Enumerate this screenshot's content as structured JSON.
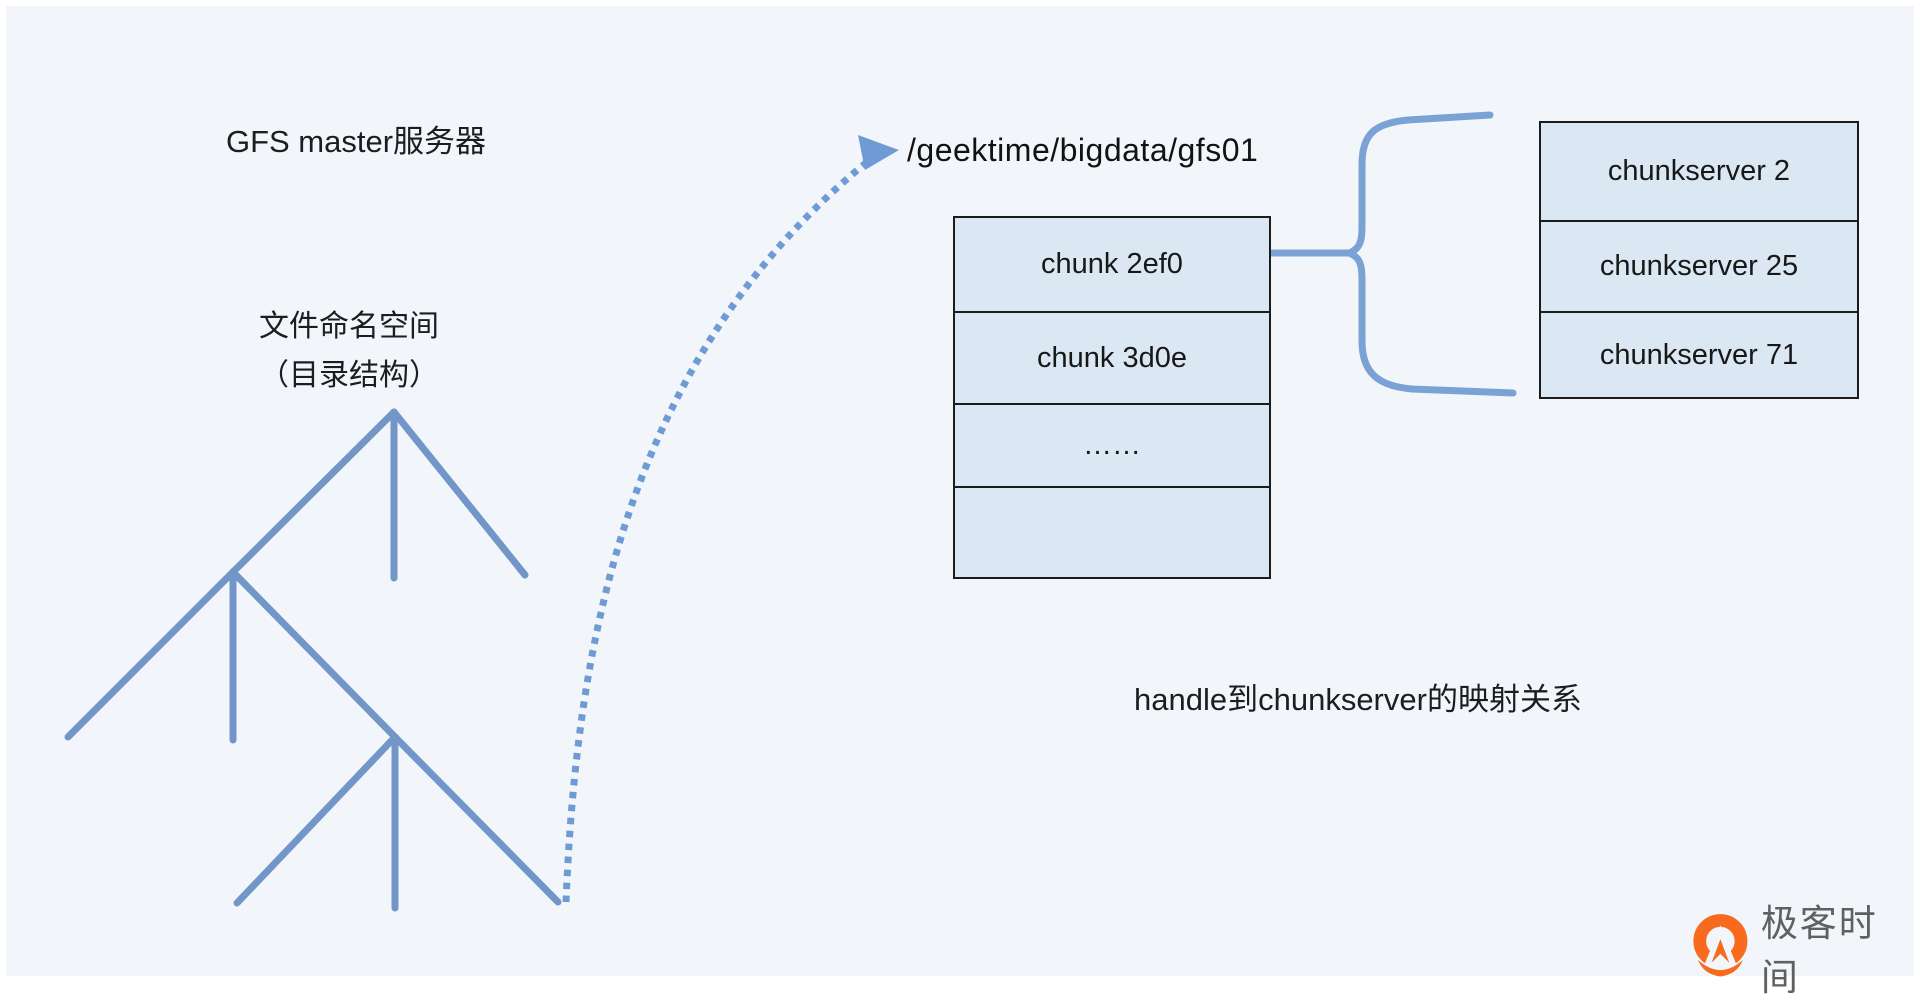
{
  "diagram": {
    "master_title": "GFS master服务器",
    "namespace_label_line1": "文件命名空间",
    "namespace_label_line2": "（目录结构）",
    "file_path": "/geektime/bigdata/gfs01",
    "mapping_caption": "handle到chunkserver的映射关系"
  },
  "chunk_table": {
    "rows": [
      {
        "label": "chunk 2ef0"
      },
      {
        "label": "chunk 3d0e"
      },
      {
        "label": "……"
      },
      {
        "label": ""
      }
    ]
  },
  "chunkserver_table": {
    "rows": [
      {
        "label": "chunkserver 2"
      },
      {
        "label": "chunkserver 25"
      },
      {
        "label": "chunkserver 71"
      }
    ]
  },
  "branding": {
    "logo_text": "极客时间",
    "logo_orange": "#f86a1d",
    "logo_text_color": "#606060"
  },
  "colors": {
    "background": "#f2f6fa",
    "box_fill": "#dbe8f4",
    "box_border": "#1c1c1c",
    "tree_line_blue": "#7296c7",
    "brace_blue": "#7ba2d4",
    "dotted_arrow_blue": "#6f9bd5",
    "text": "#1d1d1f"
  }
}
